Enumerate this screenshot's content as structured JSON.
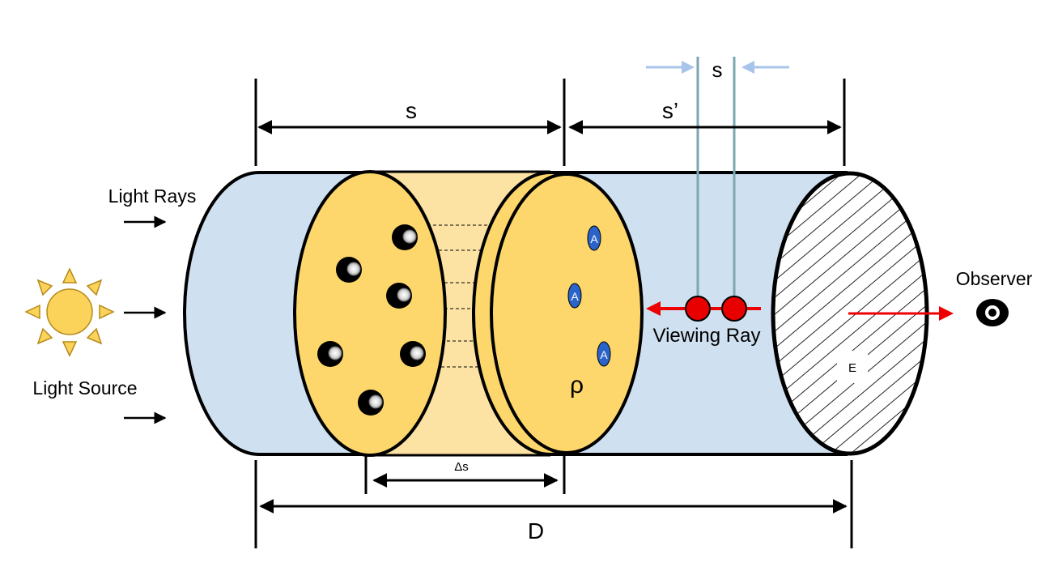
{
  "labels": {
    "light_rays": "Light Rays",
    "light_source": "Light Source",
    "observer": "Observer",
    "viewing_ray": "Viewing Ray",
    "s_top": "s",
    "s_left": "s",
    "s_prime": "s’",
    "delta_s": "Δs",
    "D": "D",
    "rho": "ρ",
    "E": "E",
    "particle_A": "A"
  },
  "colors": {
    "cylinder_fill": "#cfe0f1",
    "slab_fill": "#fdd76b",
    "slab_band": "#fde3a3",
    "particle_blue": "#2a63c9",
    "arrow_red": "#ee0000",
    "red_dot": "#e80000",
    "teal_line": "#7aa7b3",
    "light_blue_arrow": "#a8c4ea",
    "sun": "#fbd35a"
  },
  "icons": {
    "sun": "sun-icon",
    "eye": "eye-icon"
  }
}
